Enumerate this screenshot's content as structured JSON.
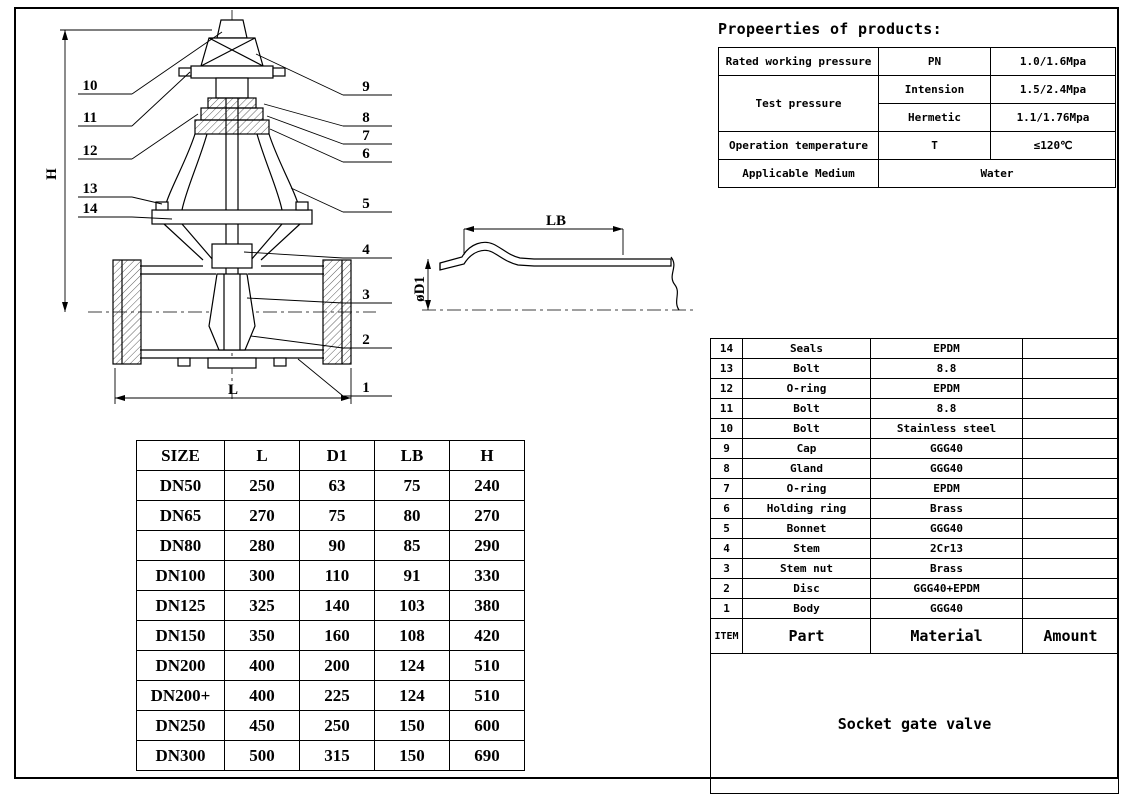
{
  "properties": {
    "title": "Propeerties of products:",
    "rated": {
      "label": "Rated working pressure",
      "param": "PN",
      "value": "1.0/1.6Mpa"
    },
    "test": {
      "label": "Test pressure",
      "param1": "Intension",
      "value1": "1.5/2.4Mpa",
      "param2": "Hermetic",
      "value2": "1.1/1.76Mpa"
    },
    "temperature": {
      "label": "Operation temperature",
      "param": "T",
      "value": "≤120℃"
    },
    "medium": {
      "label": "Applicable Medium",
      "value": "Water"
    }
  },
  "dimensions": {
    "headers": [
      "SIZE",
      "L",
      "D1",
      "LB",
      "H"
    ],
    "rows": [
      [
        "DN50",
        "250",
        "63",
        "75",
        "240"
      ],
      [
        "DN65",
        "270",
        "75",
        "80",
        "270"
      ],
      [
        "DN80",
        "280",
        "90",
        "85",
        "290"
      ],
      [
        "DN100",
        "300",
        "110",
        "91",
        "330"
      ],
      [
        "DN125",
        "325",
        "140",
        "103",
        "380"
      ],
      [
        "DN150",
        "350",
        "160",
        "108",
        "420"
      ],
      [
        "DN200",
        "400",
        "200",
        "124",
        "510"
      ],
      [
        "DN200+",
        "400",
        "225",
        "124",
        "510"
      ],
      [
        "DN250",
        "450",
        "250",
        "150",
        "600"
      ],
      [
        "DN300",
        "500",
        "315",
        "150",
        "690"
      ]
    ]
  },
  "parts": {
    "header": {
      "item": "ITEM",
      "part": "Part",
      "material": "Material",
      "amount": "Amount"
    },
    "rows": [
      {
        "item": "14",
        "part": "Seals",
        "material": "EPDM",
        "amount": ""
      },
      {
        "item": "13",
        "part": "Bolt",
        "material": "8.8",
        "amount": ""
      },
      {
        "item": "12",
        "part": "O-ring",
        "material": "EPDM",
        "amount": ""
      },
      {
        "item": "11",
        "part": "Bolt",
        "material": "8.8",
        "amount": ""
      },
      {
        "item": "10",
        "part": "Bolt",
        "material": "Stainless steel",
        "amount": ""
      },
      {
        "item": "9",
        "part": "Cap",
        "material": "GGG40",
        "amount": ""
      },
      {
        "item": "8",
        "part": "Gland",
        "material": "GGG40",
        "amount": ""
      },
      {
        "item": "7",
        "part": "O-ring",
        "material": "EPDM",
        "amount": ""
      },
      {
        "item": "6",
        "part": "Holding ring",
        "material": "Brass",
        "amount": ""
      },
      {
        "item": "5",
        "part": "Bonnet",
        "material": "GGG40",
        "amount": ""
      },
      {
        "item": "4",
        "part": "Stem",
        "material": "2Cr13",
        "amount": ""
      },
      {
        "item": "3",
        "part": "Stem nut",
        "material": "Brass",
        "amount": ""
      },
      {
        "item": "2",
        "part": "Disc",
        "material": "GGG40+EPDM",
        "amount": ""
      },
      {
        "item": "1",
        "part": "Body",
        "material": "GGG40",
        "amount": ""
      }
    ],
    "title": "Socket gate valve"
  },
  "drawing": {
    "callouts_left": [
      "10",
      "11",
      "12",
      "13",
      "14"
    ],
    "callouts_right": [
      "9",
      "8",
      "7",
      "6",
      "5",
      "4",
      "3",
      "2",
      "1"
    ],
    "dim_h": "H",
    "dim_l": "L",
    "dim_lb": "LB",
    "dim_d1": "øD1"
  }
}
